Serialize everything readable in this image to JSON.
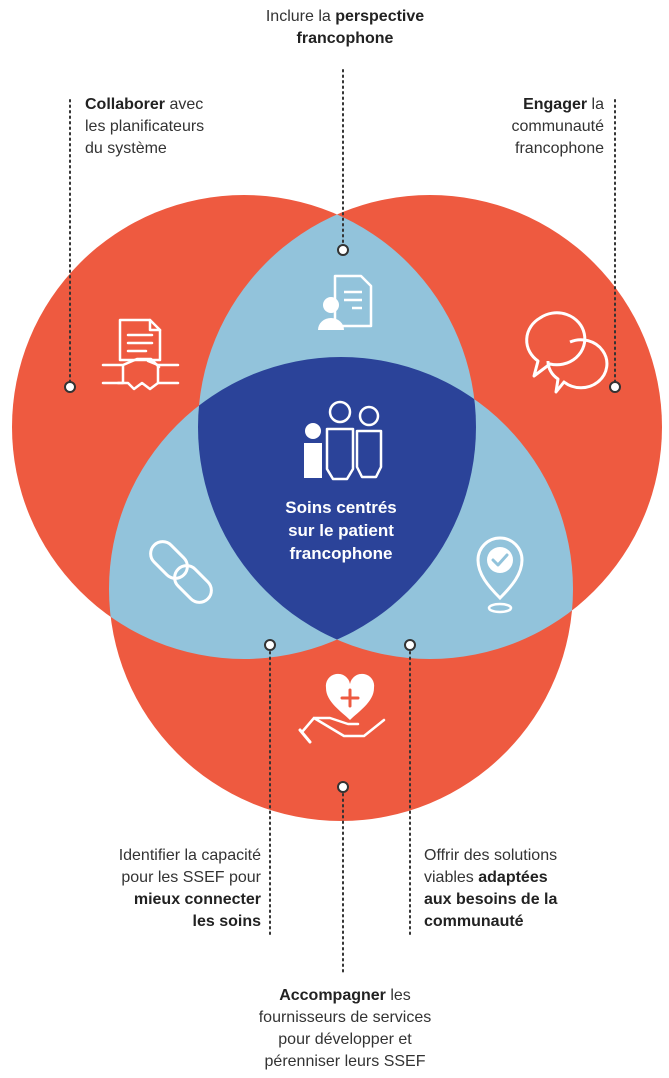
{
  "colors": {
    "outer": "#EE5A40",
    "overlap": "#92C3DB",
    "center": "#2B4399",
    "icon_light": "#ffffff",
    "icon_dark": "#2B4399",
    "connector": "#333333"
  },
  "center": {
    "line1": "Soins centrés",
    "line2": "sur le patient",
    "line3": "francophone"
  },
  "labels": {
    "top": {
      "pre": "Inclure la ",
      "bold": "perspective",
      "line2_bold": "francophone"
    },
    "top_left": {
      "bold": "Collaborer",
      "post": " avec",
      "line2": "les planificateurs",
      "line3": "du système"
    },
    "top_right": {
      "bold": "Engager",
      "post": " la",
      "line2": "communauté",
      "line3": "francophone"
    },
    "bottom_left": {
      "line1": "Identifier la capacité",
      "line2": "pour les SSEF pour",
      "line3_bold": "mieux connecter",
      "line4_bold": "les soins"
    },
    "bottom_right": {
      "line1": "Offrir des solutions",
      "line2_pre": "viables ",
      "line2_bold": "adaptées",
      "line3_bold": "aux besoins de la",
      "line4_bold": "communauté"
    },
    "bottom": {
      "bold": "Accompagner",
      "post": " les",
      "line2": "fournisseurs de services",
      "line3": "pour développer et",
      "line4": "pérenniser leurs SSEF"
    }
  },
  "icons": {
    "top_left": "handshake-document-icon",
    "top": "person-document-icon",
    "top_right": "speech-bubbles-icon",
    "center": "patient-family-icon",
    "left": "chain-link-icon",
    "right": "location-check-icon",
    "bottom": "heart-hand-icon"
  }
}
